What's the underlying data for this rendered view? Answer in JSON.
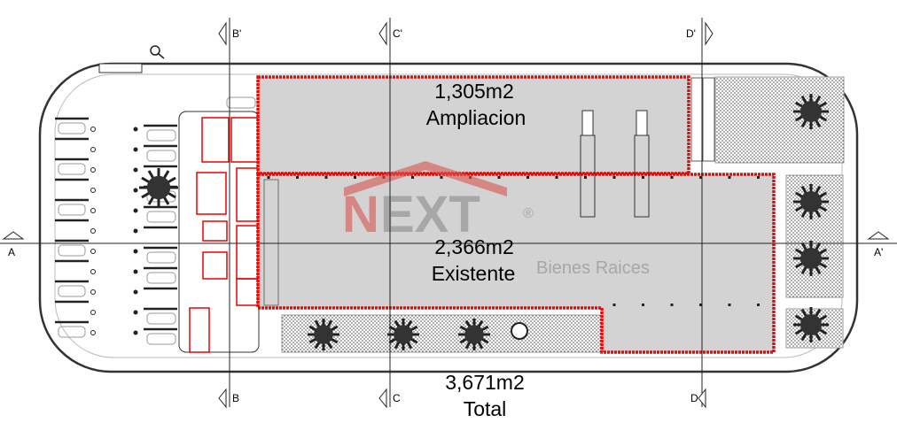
{
  "plan": {
    "areas": {
      "ampliacion": {
        "value": "1,305m2",
        "label": "Ampliacion"
      },
      "existente": {
        "value": "2,366m2",
        "label": "Existente"
      },
      "total": {
        "value": "3,671m2",
        "label": "Total"
      }
    },
    "sections": {
      "a_left": "A",
      "a_right": "A'",
      "b_top": "B'",
      "b_bottom": "B",
      "c_top": "C'",
      "c_bottom": "C",
      "d_top": "D'",
      "d_bottom": "D"
    }
  },
  "watermark": {
    "brand": "NEXT",
    "registered": "®",
    "tagline": "Bienes Raices"
  },
  "colors": {
    "building": "#d3d3d3",
    "outline": "#ff0000",
    "watermark_red": "#d9534f",
    "watermark_gray": "#8a8a8a"
  }
}
